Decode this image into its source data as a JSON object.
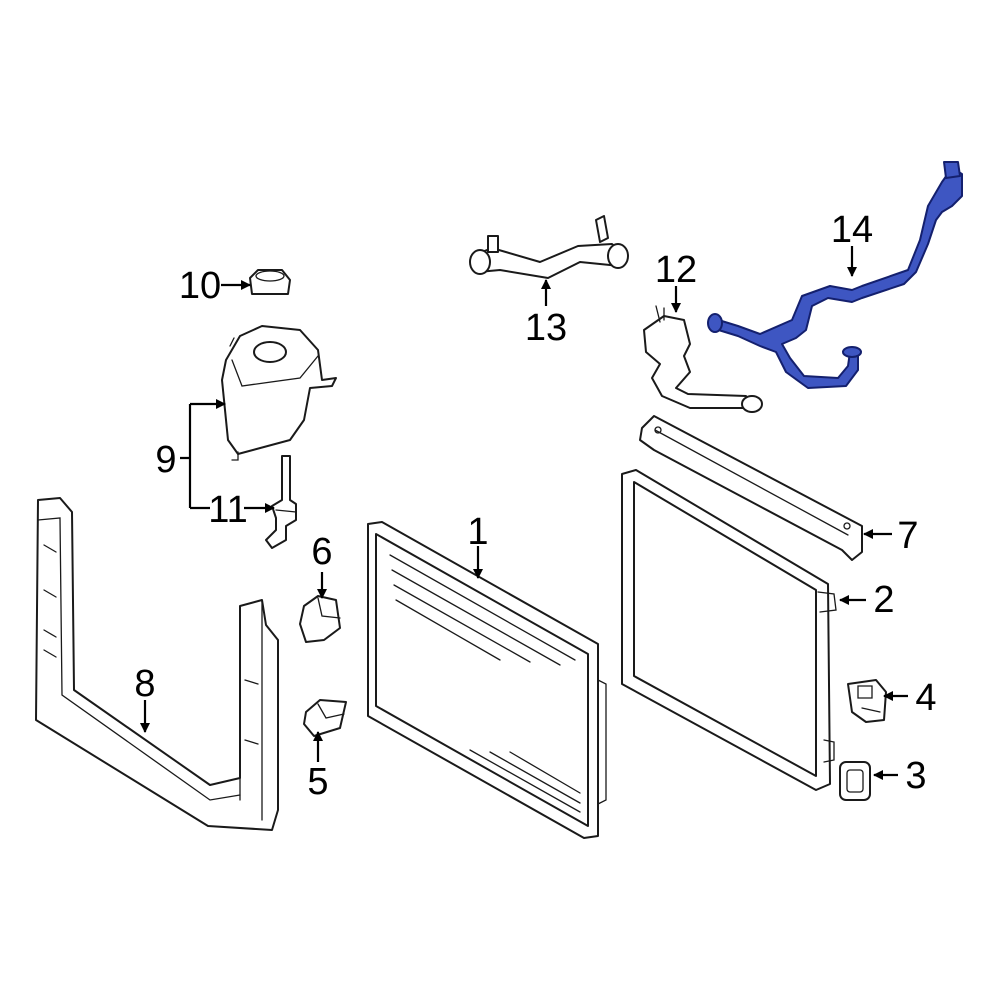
{
  "diagram": {
    "highlight_color": "#3e56c2",
    "callouts": [
      {
        "id": "1",
        "text": "1"
      },
      {
        "id": "2",
        "text": "2"
      },
      {
        "id": "3",
        "text": "3"
      },
      {
        "id": "4",
        "text": "4"
      },
      {
        "id": "5",
        "text": "5"
      },
      {
        "id": "6",
        "text": "6"
      },
      {
        "id": "7",
        "text": "7"
      },
      {
        "id": "8",
        "text": "8"
      },
      {
        "id": "9",
        "text": "9"
      },
      {
        "id": "10",
        "text": "10"
      },
      {
        "id": "11",
        "text": "11"
      },
      {
        "id": "12",
        "text": "12"
      },
      {
        "id": "13",
        "text": "13"
      },
      {
        "id": "14",
        "text": "14"
      }
    ]
  }
}
